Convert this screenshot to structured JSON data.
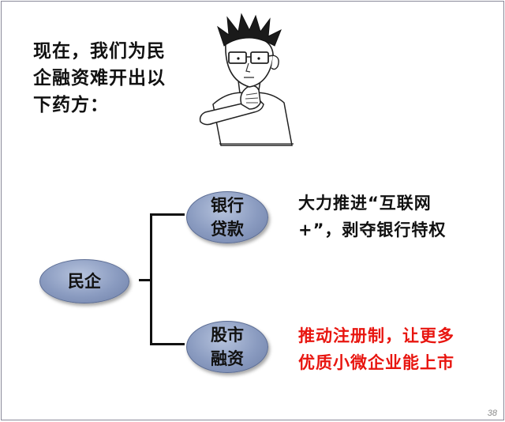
{
  "intro": {
    "lines": [
      "现在，我们为民",
      "企融资难开出以",
      "下药方："
    ]
  },
  "diagram": {
    "root": {
      "label": "民企"
    },
    "branches": [
      {
        "label_lines": [
          "银行",
          "贷款"
        ],
        "description_lines": [
          "大力推进“互联网",
          "+”，剥夺银行特权"
        ],
        "description_color": "#111111"
      },
      {
        "label_lines": [
          "股市",
          "融资"
        ],
        "description_lines": [
          "推动注册制，让更多",
          "优质小微企业能上市"
        ],
        "description_color": "#e8150f"
      }
    ]
  },
  "illustration": {
    "icon": "thinking-man-illustration"
  },
  "colors": {
    "node_fill": "#8a9bc0",
    "highlight_text": "#e8150f"
  },
  "page_number": "38"
}
